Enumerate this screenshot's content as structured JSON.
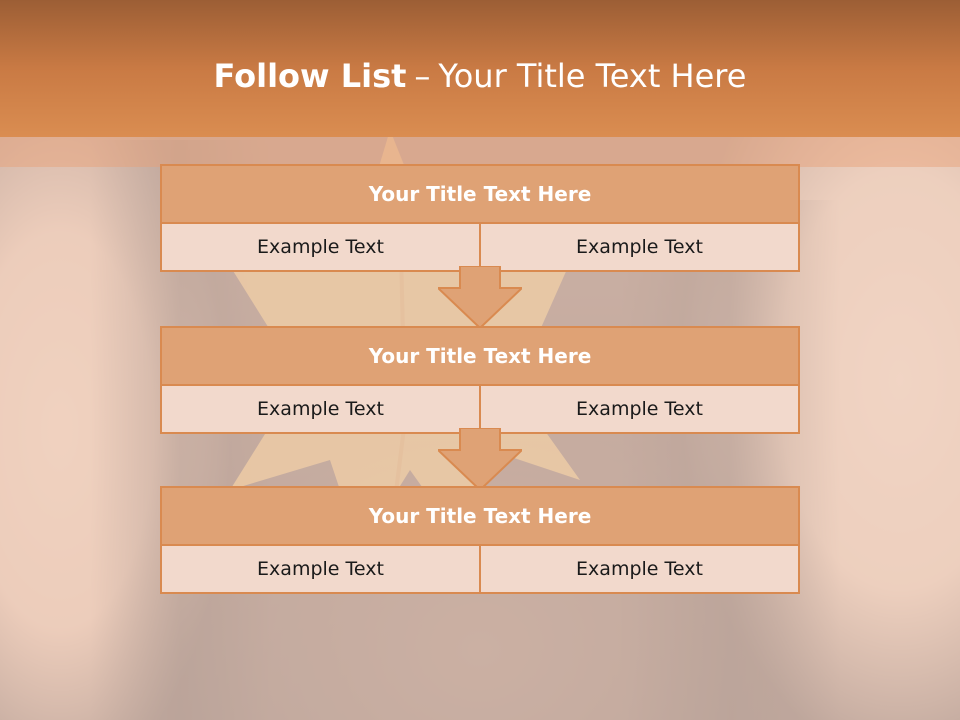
{
  "slide": {
    "title_bold": "Follow List",
    "title_separator": "–",
    "title_rest": "Your Title Text Here"
  },
  "steps": [
    {
      "title": "Your Title Text Here",
      "left": "Example Text",
      "right": "Example Text"
    },
    {
      "title": "Your Title Text Here",
      "left": "Example Text",
      "right": "Example Text"
    },
    {
      "title": "Your Title Text Here",
      "left": "Example Text",
      "right": "Example Text"
    }
  ],
  "colors": {
    "title_band": "#c97a44",
    "box_header": "#dfa275",
    "box_cell": "#f2d9cc",
    "box_border": "#d98a50",
    "arrow_fill": "#dfa275"
  }
}
